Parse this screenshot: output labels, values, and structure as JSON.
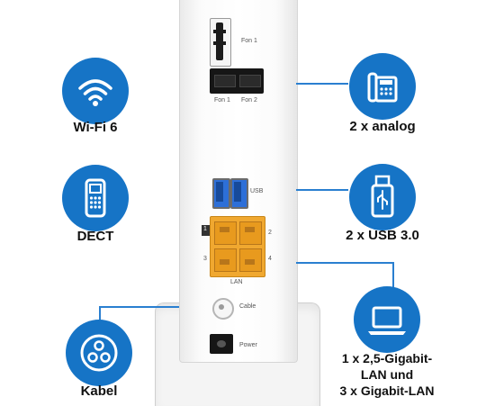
{
  "features_left": [
    {
      "icon": "wifi-icon",
      "label": "Wi-Fi 6"
    },
    {
      "icon": "dect-phone-icon",
      "label": "DECT"
    },
    {
      "icon": "coax-cable-icon",
      "label": "Kabel"
    }
  ],
  "features_right": [
    {
      "icon": "analog-phone-icon",
      "label": "2 x analog"
    },
    {
      "icon": "usb-stick-icon",
      "label": "2 x USB 3.0"
    },
    {
      "icon": "laptop-icon",
      "label_lines": [
        "1 x 2,5-Gigabit-",
        "LAN und",
        "3 x Gigabit-LAN"
      ]
    }
  ],
  "device_labels": {
    "fon1_top": "Fon 1",
    "fon1_port": "Fon 1",
    "fon2_port": "Fon 2",
    "usb": "USB",
    "lan_1": "1",
    "lan_2": "2",
    "lan_3": "3",
    "lan_4": "4",
    "lan": "LAN",
    "cable": "Cable",
    "power": "Power"
  },
  "colors": {
    "accent_blue": "#1674c6",
    "lan_orange": "#f0a830",
    "usb_blue": "#2d6fd8"
  }
}
